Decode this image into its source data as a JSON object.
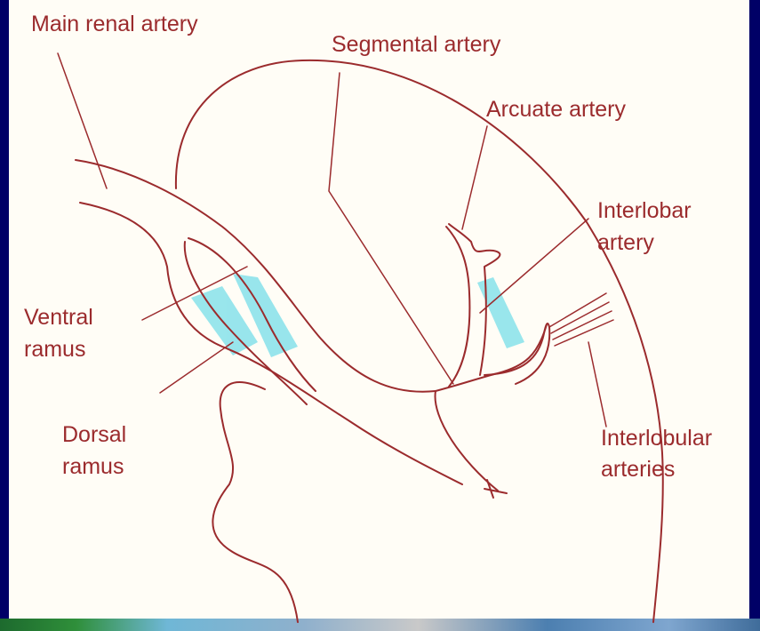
{
  "labels": {
    "main_renal_artery": "Main renal artery",
    "segmental_artery": "Segmental artery",
    "arcuate_artery": "Arcuate artery",
    "interlobar_artery_line1": "Interlobar",
    "interlobar_artery_line2": "artery",
    "ventral_ramus_line1": "Ventral",
    "ventral_ramus_line2": "ramus",
    "dorsal_ramus_line1": "Dorsal",
    "dorsal_ramus_line2": "ramus",
    "interlobular_arteries_line1": "Interlobular",
    "interlobular_arteries_line2": "arteries"
  },
  "colors": {
    "background": "#000066",
    "panel": "#fffdf6",
    "line": "#9b2b2d",
    "highlight": "#7fe0ea"
  }
}
